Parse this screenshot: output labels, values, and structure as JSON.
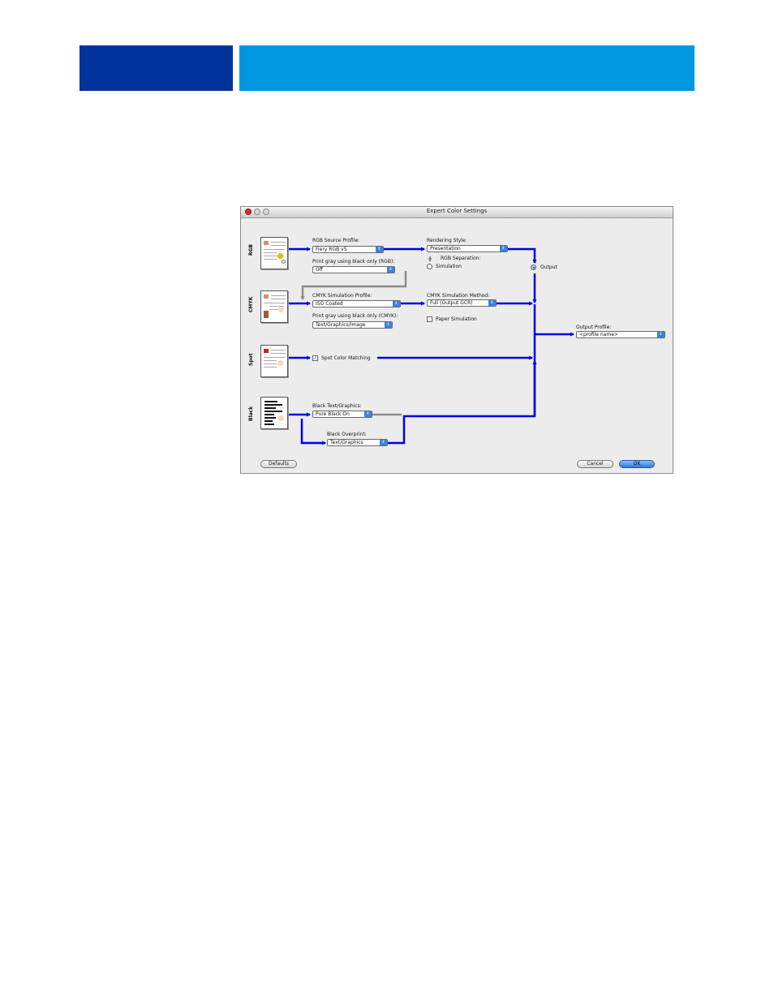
{
  "window": {
    "title": "Expert Color Settings"
  },
  "rows": {
    "rgb": "RGB",
    "cmyk": "CMYK",
    "spot": "Spot",
    "black": "Black"
  },
  "rgb_section": {
    "source_profile_label": "RGB Source Profile:",
    "source_profile_value": "Fiery RGB v5",
    "print_gray_label": "Print gray using black only (RGB):",
    "print_gray_value": "Off",
    "rendering_style_label": "Rendering Style:",
    "rendering_style_value": "Presentation",
    "separation_label": "RGB Separation:",
    "simulation_option": "Simulation",
    "output_option": "Output",
    "selected_separation": "Output"
  },
  "cmyk_section": {
    "simulation_profile_label": "CMYK Simulation Profile:",
    "simulation_profile_value": "ISO Coated",
    "print_gray_label": "Print gray using black only (CMYK):",
    "print_gray_value": "Text/Graphics/Image",
    "simulation_method_label": "CMYK Simulation Method:",
    "simulation_method_value": "Full (Output GCR)",
    "paper_simulation_label": "Paper Simulation",
    "paper_simulation_checked": false
  },
  "spot_section": {
    "spot_color_matching_label": "Spot Color Matching",
    "spot_color_matching_checked": true
  },
  "black_section": {
    "black_text_label": "Black Text/Graphics:",
    "black_text_value": "Pure Black On",
    "black_overprint_label": "Black Overprint:",
    "black_overprint_value": "Text/Graphics"
  },
  "output_section": {
    "output_profile_label": "Output Profile:",
    "output_profile_value": "<profile name>"
  },
  "buttons": {
    "defaults": "Defaults",
    "cancel": "Cancel",
    "ok": "OK"
  },
  "colors": {
    "header_dark": "#00339a",
    "header_light": "#0096e0",
    "flow_line": "#0000e6",
    "inactive_line": "#8c8c8c"
  }
}
